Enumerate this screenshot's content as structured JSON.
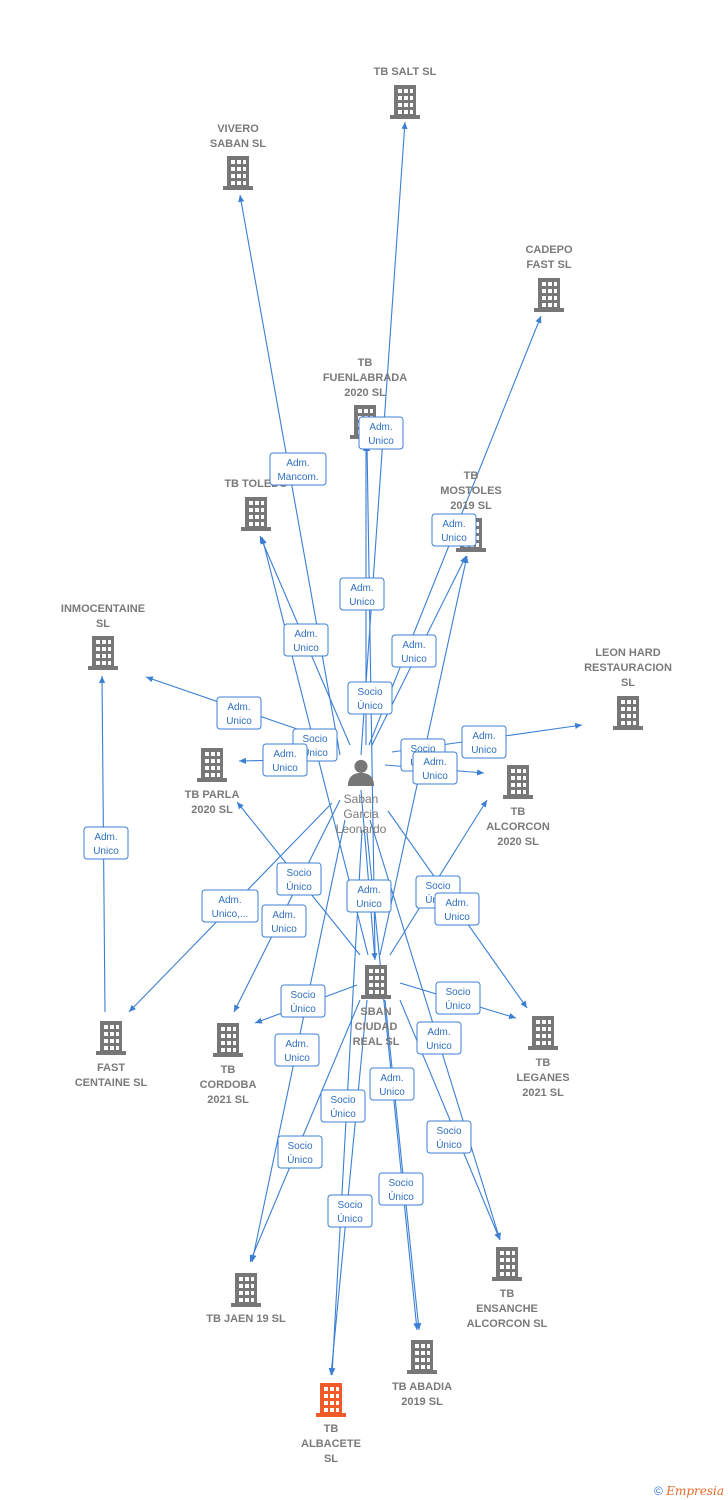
{
  "colors": {
    "edge": "#3b7fd4",
    "building": "#777777",
    "building_target": "#f05a28",
    "person": "#777777",
    "label": "#7a7a7a"
  },
  "person": {
    "lines": [
      "Saban",
      "Garcia",
      "Leonardo"
    ]
  },
  "companies": [
    {
      "id": "salt",
      "lines": [
        "TB SALT  SL"
      ]
    },
    {
      "id": "vivero",
      "lines": [
        "VIVERO",
        "SABAN  SL"
      ]
    },
    {
      "id": "cadepo",
      "lines": [
        "CADEPO",
        "FAST SL"
      ]
    },
    {
      "id": "fuenlabrada",
      "lines": [
        "TB",
        "FUENLABRADA",
        "2020  SL"
      ]
    },
    {
      "id": "toledo",
      "lines": [
        "TB TOLEDO"
      ]
    },
    {
      "id": "mostoles",
      "lines": [
        "TB",
        "MOSTOLES",
        "2019  SL"
      ]
    },
    {
      "id": "inmocentaine",
      "lines": [
        "INMOCENTAINE",
        "SL"
      ]
    },
    {
      "id": "leonhard",
      "lines": [
        "LEON HARD",
        "RESTAURACION",
        "SL"
      ]
    },
    {
      "id": "parla",
      "lines": [
        "TB PARLA",
        "2020  SL"
      ]
    },
    {
      "id": "alcorcon",
      "lines": [
        "TB",
        "ALCORCON",
        "2020  SL"
      ]
    },
    {
      "id": "sban",
      "lines": [
        "SBAN",
        "CIUDAD",
        "REAL  SL"
      ]
    },
    {
      "id": "fastcentaine",
      "lines": [
        "FAST",
        "CENTAINE SL"
      ]
    },
    {
      "id": "cordoba",
      "lines": [
        "TB",
        "CORDOBA",
        "2021  SL"
      ]
    },
    {
      "id": "leganes",
      "lines": [
        "TB",
        "LEGANES",
        "2021  SL"
      ]
    },
    {
      "id": "jaen",
      "lines": [
        "TB JAEN 19  SL"
      ]
    },
    {
      "id": "ensanche",
      "lines": [
        "TB",
        "ENSANCHE",
        "ALCORCON  SL"
      ]
    },
    {
      "id": "abadia",
      "lines": [
        "TB ABADIA",
        "2019  SL"
      ]
    },
    {
      "id": "albacete",
      "lines": [
        "TB",
        "ALBACETE",
        "SL"
      ],
      "highlight": true
    }
  ],
  "edge_labels": [
    {
      "id": "l1",
      "lines": [
        "Adm.",
        "Mancom."
      ]
    },
    {
      "id": "l2",
      "lines": [
        "Adm.",
        "Unico"
      ]
    },
    {
      "id": "l3",
      "lines": [
        "Adm.",
        "Unico"
      ]
    },
    {
      "id": "l4",
      "lines": [
        "Adm.",
        "Unico"
      ]
    },
    {
      "id": "l5",
      "lines": [
        "Adm.",
        "Unico"
      ]
    },
    {
      "id": "l6",
      "lines": [
        "Adm.",
        "Unico"
      ]
    },
    {
      "id": "l7",
      "lines": [
        "Adm.",
        "Unico"
      ]
    },
    {
      "id": "l8",
      "lines": [
        "Socio",
        "Único"
      ]
    },
    {
      "id": "l9",
      "lines": [
        "Socio",
        "Único"
      ]
    },
    {
      "id": "l10",
      "lines": [
        "Adm.",
        "Unico"
      ]
    },
    {
      "id": "l11",
      "lines": [
        "Adm.",
        "Unico"
      ]
    },
    {
      "id": "l12",
      "lines": [
        "Socio",
        "Único"
      ]
    },
    {
      "id": "l13",
      "lines": [
        "Adm.",
        "Unico"
      ]
    },
    {
      "id": "l14",
      "lines": [
        "Adm.",
        "Unico"
      ]
    },
    {
      "id": "l15",
      "lines": [
        "Socio",
        "Único"
      ]
    },
    {
      "id": "l16",
      "lines": [
        "Socio",
        "Único"
      ]
    },
    {
      "id": "l17",
      "lines": [
        "Adm.",
        "Unico,..."
      ]
    },
    {
      "id": "l18",
      "lines": [
        "Adm.",
        "Unico"
      ]
    },
    {
      "id": "l19",
      "lines": [
        "Adm.",
        "Unico"
      ]
    },
    {
      "id": "l20",
      "lines": [
        "Socio",
        "Único"
      ]
    },
    {
      "id": "l21",
      "lines": [
        "Adm.",
        "Unico"
      ]
    },
    {
      "id": "l22",
      "lines": [
        "Socio",
        "Único"
      ]
    },
    {
      "id": "l23",
      "lines": [
        "Socio",
        "Único"
      ]
    },
    {
      "id": "l24",
      "lines": [
        "Adm.",
        "Unico"
      ]
    },
    {
      "id": "l25",
      "lines": [
        "Adm.",
        "Unico"
      ]
    },
    {
      "id": "l26",
      "lines": [
        "Adm.",
        "Unico"
      ]
    },
    {
      "id": "l27",
      "lines": [
        "Socio",
        "Único"
      ]
    },
    {
      "id": "l28",
      "lines": [
        "Socio",
        "Único"
      ]
    },
    {
      "id": "l29",
      "lines": [
        "Socio",
        "Único"
      ]
    },
    {
      "id": "l30",
      "lines": [
        "Socio",
        "Único"
      ]
    },
    {
      "id": "l31",
      "lines": [
        "Adm.",
        "Unico"
      ]
    }
  ],
  "footer": {
    "copyright": "©",
    "brand": "Empresia"
  }
}
